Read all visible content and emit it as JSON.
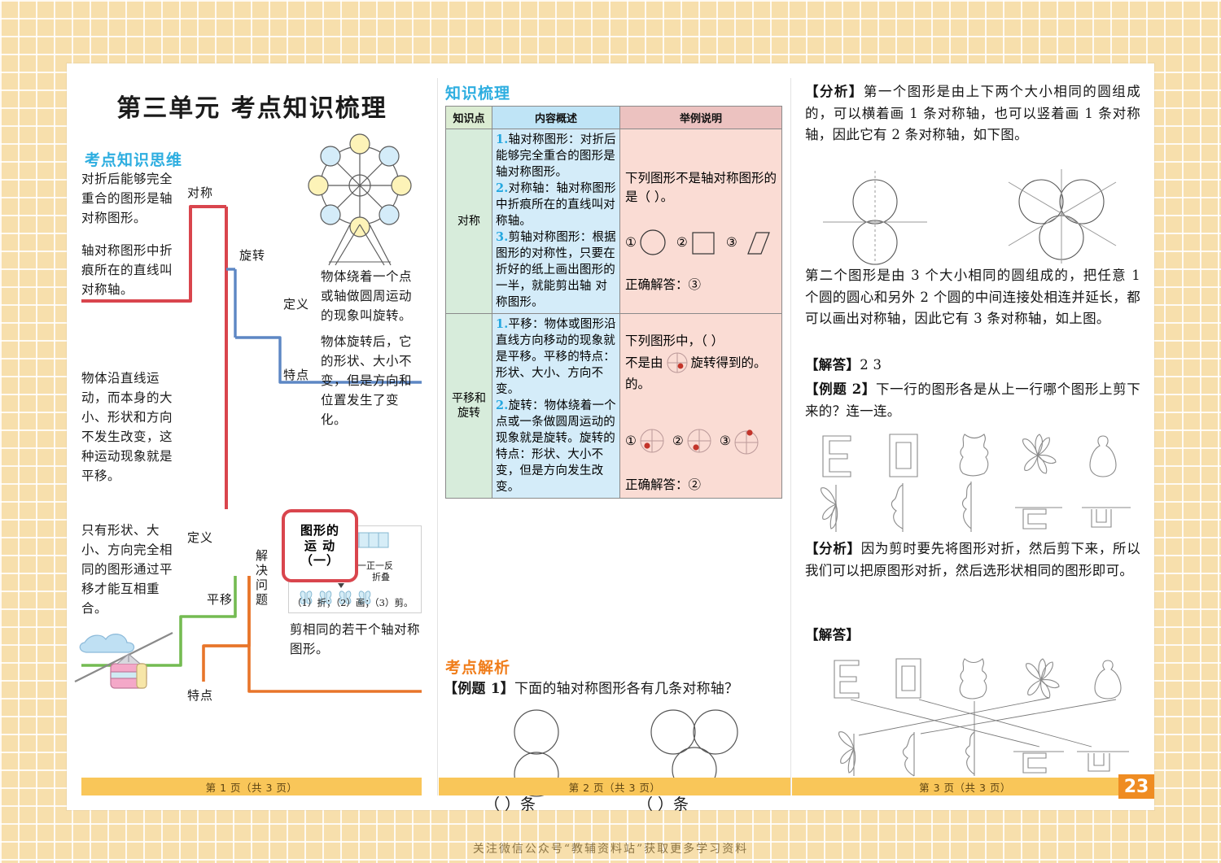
{
  "document": {
    "title": "第三单元  考点知识梳理",
    "bottom_note": "关注微信公众号“教辅资料站”获取更多学习资料",
    "page_badge": "23"
  },
  "column1": {
    "section_heading": "考点知识思维",
    "center_node": [
      "图形的",
      "运  动",
      "（一）"
    ],
    "texts": {
      "symmetry_def": "对折后能够完全重合的图形是轴对称图形。",
      "symmetry_axis": "轴对称图形中折痕所在的直线叫对称轴。",
      "rotation_def": "物体绕着一个点或轴做圆周运动的现象叫旋转。",
      "rotation_feature": "物体旋转后，它的形状、大小不变，但是方向和位置发生了变化。",
      "translation_feature": "物体沿直线运动，而本身的大小、形状和方向不发生改变，这种运动现象就是平移。",
      "translation_def": "只有形状、大小、方向完全相同的图形通过平移才能互相重合。",
      "problem_solving": "剪相同的若干个轴对称图形。"
    },
    "branch_labels": {
      "symmetry": "对称",
      "rotation": "旋转",
      "rotation_definition": "定义",
      "rotation_characteristic": "特点",
      "translation": "平移",
      "translation_definition": "定义",
      "translation_characteristic": "特点",
      "problem": "解决问题"
    },
    "inset": {
      "fold_label": "一正一反",
      "fold_label2": "折叠",
      "steps": "（1）折；（2）画；（3）剪。"
    },
    "footer": "第 1 页（共 3 页）"
  },
  "column2": {
    "section_heading": "知识梳理",
    "table": {
      "headers": [
        "知识点",
        "内容概述",
        "举例说明"
      ],
      "rows": [
        {
          "topic": "对称",
          "content": [
            {
              "n": "1.",
              "t": "轴对称图形：对折后能够完全重合的图形是轴对称图形。"
            },
            {
              "n": "2.",
              "t": "对称轴：轴对称图形中折痕所在的直线叫对称轴。"
            },
            {
              "n": "3.",
              "t": "剪轴对称图形：根据图形的对称性，只要在折好的纸上画出图形的一半，就能剪出轴 对称图形。"
            }
          ],
          "example_question": "下列图形不是轴对称图形的是（    ）。",
          "options": [
            "①",
            "②",
            "③"
          ],
          "answer": "正确解答：③"
        },
        {
          "topic": "平移和旋转",
          "content": [
            {
              "n": "1.",
              "t": "平移：物体或图形沿直线方向移动的现象就是平移。平移的特点：形状、大小、方向不变。"
            },
            {
              "n": "2.",
              "t": "旋转：物体绕着一个点或一条做圆周运动的现象就是旋转。旋转的特点：形状、大小不变，但是方向发生改变。"
            }
          ],
          "example_question_a": "下列图形中，（    ）",
          "example_question_b": "不是由",
          "example_question_c": "旋转得到的。",
          "options": [
            "①",
            "②",
            "③"
          ],
          "answer": "正确解答：②"
        }
      ]
    },
    "analysis_heading": "考点解析",
    "example1_label": "【例题 1】",
    "example1_text": "下面的轴对称图形各有几条对称轴？",
    "blank_a": "（    ）条",
    "blank_b": "（    ）条",
    "footer": "第 2 页（共 3 页）"
  },
  "column3": {
    "analysis1_label": "【分析】",
    "analysis1_text": "第一个图形是由上下两个大小相同的圆组成的，可以横着画 1 条对称轴，也可以竖着画 1 条对称轴，因此它有 2 条对称轴，如下图。",
    "analysis2_text": "第二个图形是由 3 个大小相同的圆组成的，把任意 1 个圆的圆心和另外 2 个圆的中间连接处相连并延长，都可以画出对称轴，因此它有 3 条对称轴，如上图。",
    "answer1_label": "【解答】",
    "answer1_value": "2      3",
    "example2_label": "【例题 2】",
    "example2_text": "下一行的图形各是从上一行哪个图形上剪下来的？连一连。",
    "analysis3_label": "【分析】",
    "analysis3_text": "因为剪时要先将图形对折，然后剪下来，所以我们可以把原图形对折，然后选形状相同的图形即可。",
    "answer2_label": "【解答】",
    "footer": "第 3 页（共 3 页）"
  },
  "colors": {
    "accent_blue": "#2eaee0",
    "accent_orange": "#f07d1a",
    "branch_red": "#d9454d",
    "branch_blue": "#5d87c4",
    "branch_green": "#74bb52",
    "branch_orange": "#e8752a",
    "footer_bar": "#f9c659",
    "badge": "#ef8c22"
  }
}
